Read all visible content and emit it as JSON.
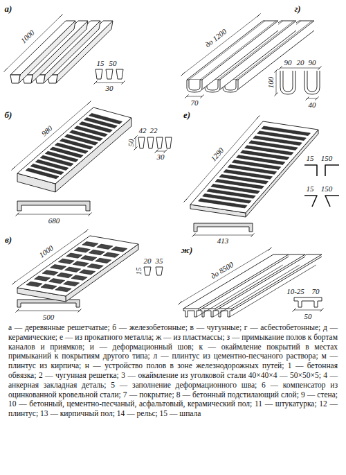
{
  "diagram": {
    "caption": "а — деревянные решетчатые; б — железобетонные; в — чугунные; г — асбестобетонные; д — керамические; е — из прокатного металла; ж — из пластмассы; з — примыкание полов к бортам каналов и приямков; и — деформационный шов; к — окаймление покрытий в местах примыканий к покрытиям другого типа; л — плинтус из цементно-песчаного раствора; м — плинтус из кирпича; н — устройство полов в зоне железнодорожных путей; 1 — бетонная обвязка; 2 — чугунная решетка; 3 — окаймление из уголковой стали 40×40×4 — 50×50×5; 4 — анкерная закладная деталь; 5 — заполнение деформационного шва; 6 — компенсатор из оцинкованной кровельной стали; 7 — покрытие; 8 — бетонный подстилающий слой; 9 — стена; 10 — бетонный, цементно-песчаный, асфальтовый, керамический пол; 11 — штукатурка; 12 — плинтус; 13 — кирпичный пол; 14 — рельс; 15 — шпала",
    "labels": [
      "а)",
      "1000",
      "15",
      "50",
      "30",
      "г)",
      "до 1200",
      "90",
      "20",
      "90",
      "100",
      "70",
      "40",
      "б)",
      "980",
      "42",
      "22",
      "50",
      "30",
      "680",
      "е)",
      "1290",
      "15",
      "150",
      "15",
      "150",
      "413",
      "в)",
      "1000",
      "20",
      "35",
      "15",
      "500",
      "ж)",
      "до 8500",
      "10-25",
      "70",
      "50"
    ]
  }
}
